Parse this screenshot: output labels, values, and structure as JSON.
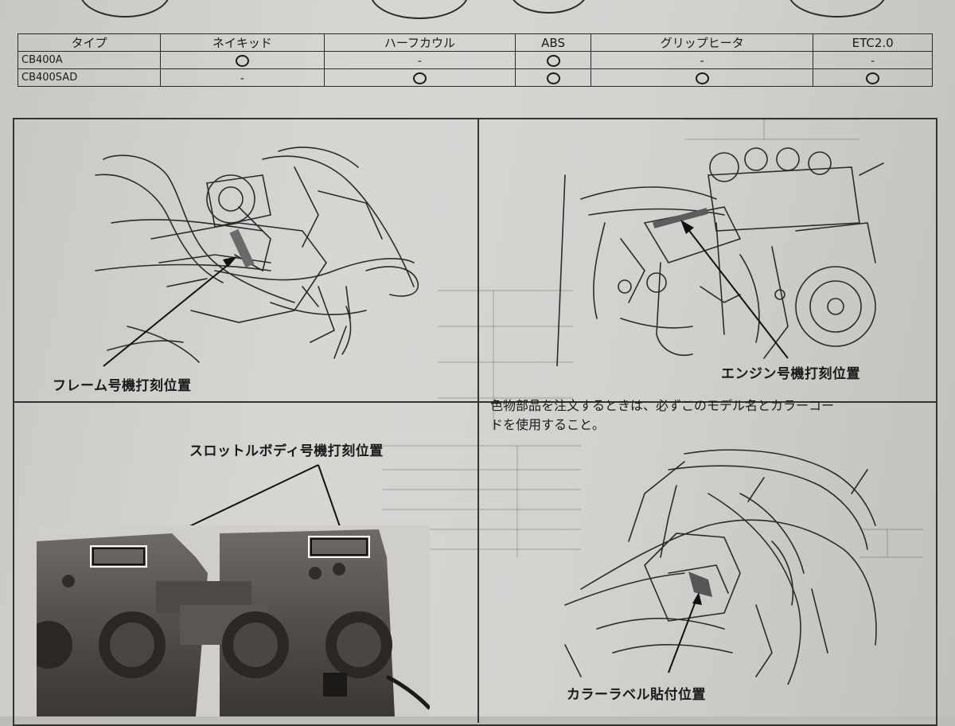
{
  "spec_table": {
    "header": [
      "タイプ",
      "ネイキッド",
      "ハーフカウル",
      "ABS",
      "グリップヒータ",
      "ETC2.0"
    ],
    "rows": [
      {
        "model": "CB400A",
        "cells": [
          "circle",
          "dash",
          "circle",
          "dash",
          "dash"
        ]
      },
      {
        "model": "CB400SAD",
        "cells": [
          "dash",
          "circle",
          "circle",
          "circle",
          "circle"
        ]
      }
    ],
    "dash_symbol": "-"
  },
  "labels": {
    "frame_number": "フレーム号機打刻位置",
    "engine_number": "エンジン号機打刻位置",
    "throttle_body": "スロットルボディ号機打刻位置",
    "color_label": "カラーラベル貼付位置"
  },
  "note": {
    "line1": "色物部品を注文するときは、必ずこのモデル名とカラーコー",
    "line2": "ドを使用すること。"
  },
  "colors": {
    "paper": "#d6d4d1",
    "ink": "#1a1a1a",
    "marker": "#555555"
  }
}
